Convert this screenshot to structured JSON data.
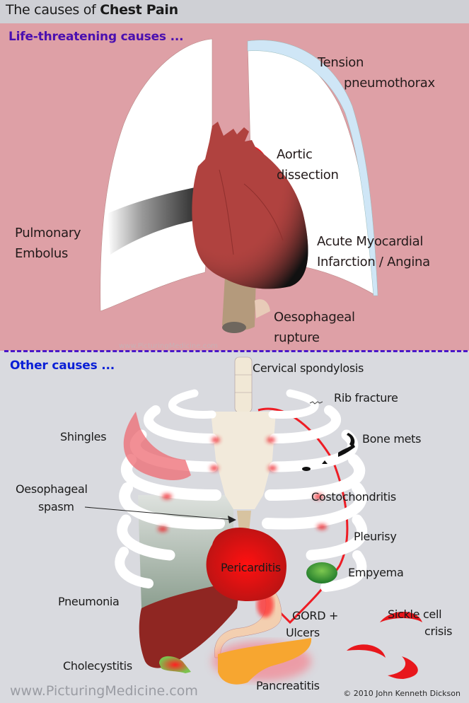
{
  "header": {
    "title_prefix": "The causes of ",
    "title_bold": "Chest Pain"
  },
  "sections": {
    "life_threatening": {
      "heading": "Life-threatening causes ...",
      "background": "#dea0a6",
      "heading_color": "#4a0fb0",
      "labels": {
        "tension_pneumothorax_1": "Tension",
        "tension_pneumothorax_2": "pneumothorax",
        "aortic_dissection_1": "Aortic",
        "aortic_dissection_2": "dissection",
        "pulmonary_embolus_1": "Pulmonary",
        "pulmonary_embolus_2": "Embolus",
        "acute_mi_1": "Acute Myocardial",
        "acute_mi_2": "Infarction / Angina",
        "oesophageal_rupture_1": "Oesophageal",
        "oesophageal_rupture_2": "rupture"
      }
    },
    "other": {
      "heading": "Other causes ...",
      "background": "#d9dadf",
      "heading_color": "#0a1fd6",
      "labels": {
        "cervical_spondylosis": "Cervical spondylosis",
        "rib_fracture": "Rib fracture",
        "shingles": "Shingles",
        "bone_mets": "Bone mets",
        "oesophageal_spasm_1": "Oesophageal",
        "oesophageal_spasm_2": "spasm",
        "costochondritis": "Costochondritis",
        "pleurisy": "Pleurisy",
        "pericarditis": "Pericarditis",
        "empyema": "Empyema",
        "pneumonia": "Pneumonia",
        "gord_1": "GORD +",
        "gord_2": "Ulcers",
        "sickle_cell_1": "Sickle cell",
        "sickle_cell_2": "crisis",
        "cholecystitis": "Cholecystitis",
        "pancreatitis": "Pancreatitis"
      }
    }
  },
  "footer": {
    "watermark": "www.PicturingMedicine.com",
    "watermark_small": "www.PicturingMedicine.com",
    "copyright": "© 2010 John Kenneth Dickson"
  },
  "colors": {
    "divider": "#4a18c8",
    "heart": "#b0423f",
    "lung": "#ffffff",
    "pneumothorax": "#cfe6f6",
    "inflamed_red": "#e8171c",
    "pancreas": "#f7a630",
    "empyema": "#2f8a33",
    "liver": "#8f2622",
    "gallbladder": "#7cc24e"
  }
}
